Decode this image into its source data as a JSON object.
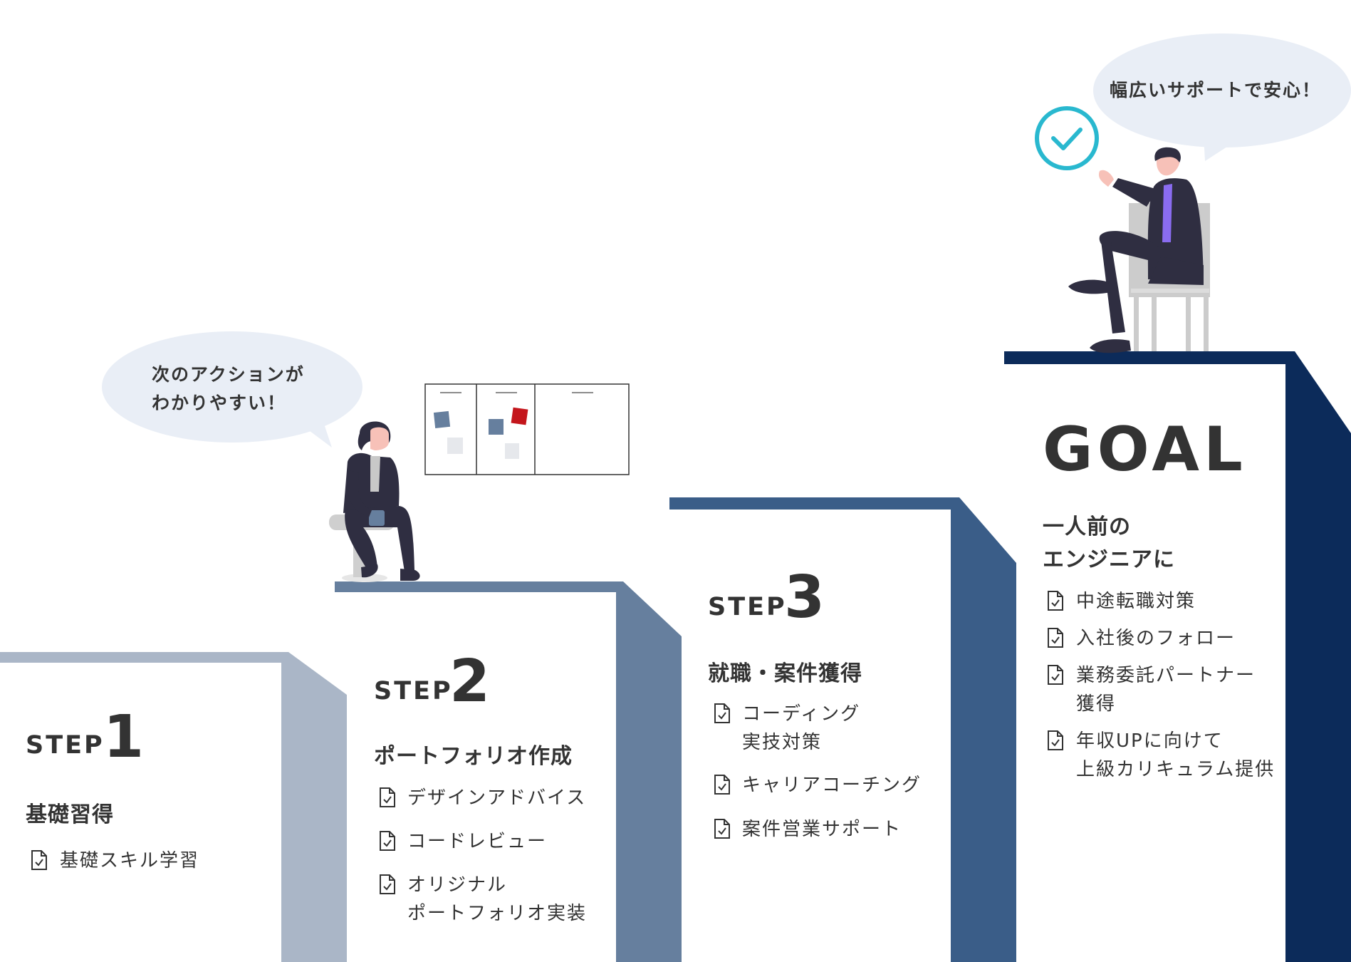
{
  "colors": {
    "step1": "#aab6c7",
    "step2": "#667f9e",
    "step3": "#3a5d88",
    "goal": "#0c2b5a",
    "bubble": "#e9eef6",
    "check": "#29b8cf",
    "text": "#333333"
  },
  "step1": {
    "label": "STEP",
    "number": "1",
    "heading": "基礎習得",
    "items": [
      "基礎スキル学習"
    ]
  },
  "step2": {
    "label": "STEP",
    "number": "2",
    "heading": "ポートフォリオ作成",
    "items": [
      "デザインアドバイス",
      "コードレビュー",
      "オリジナル",
      "ポートフォリオ実装"
    ]
  },
  "step3": {
    "label": "STEP",
    "number": "3",
    "heading": "就職・案件獲得",
    "items": [
      "コーディング",
      "実技対策",
      "キャリアコーチング",
      "案件営業サポート"
    ]
  },
  "goal": {
    "title": "GOAL",
    "heading_line1": "一人前の",
    "heading_line2": "エンジニアに",
    "items": [
      "中途転職対策",
      "入社後のフォロー",
      "業務委託パートナー",
      "獲得",
      "年収UPに向けて",
      "上級カリキュラム提供"
    ]
  },
  "bubbles": {
    "step2_line1": "次のアクションが",
    "step2_line2": "わかりやすい！",
    "goal": "幅広いサポートで安心！"
  },
  "icons": {
    "item": "checked-document-icon",
    "goal_check": "check-circle-icon"
  }
}
